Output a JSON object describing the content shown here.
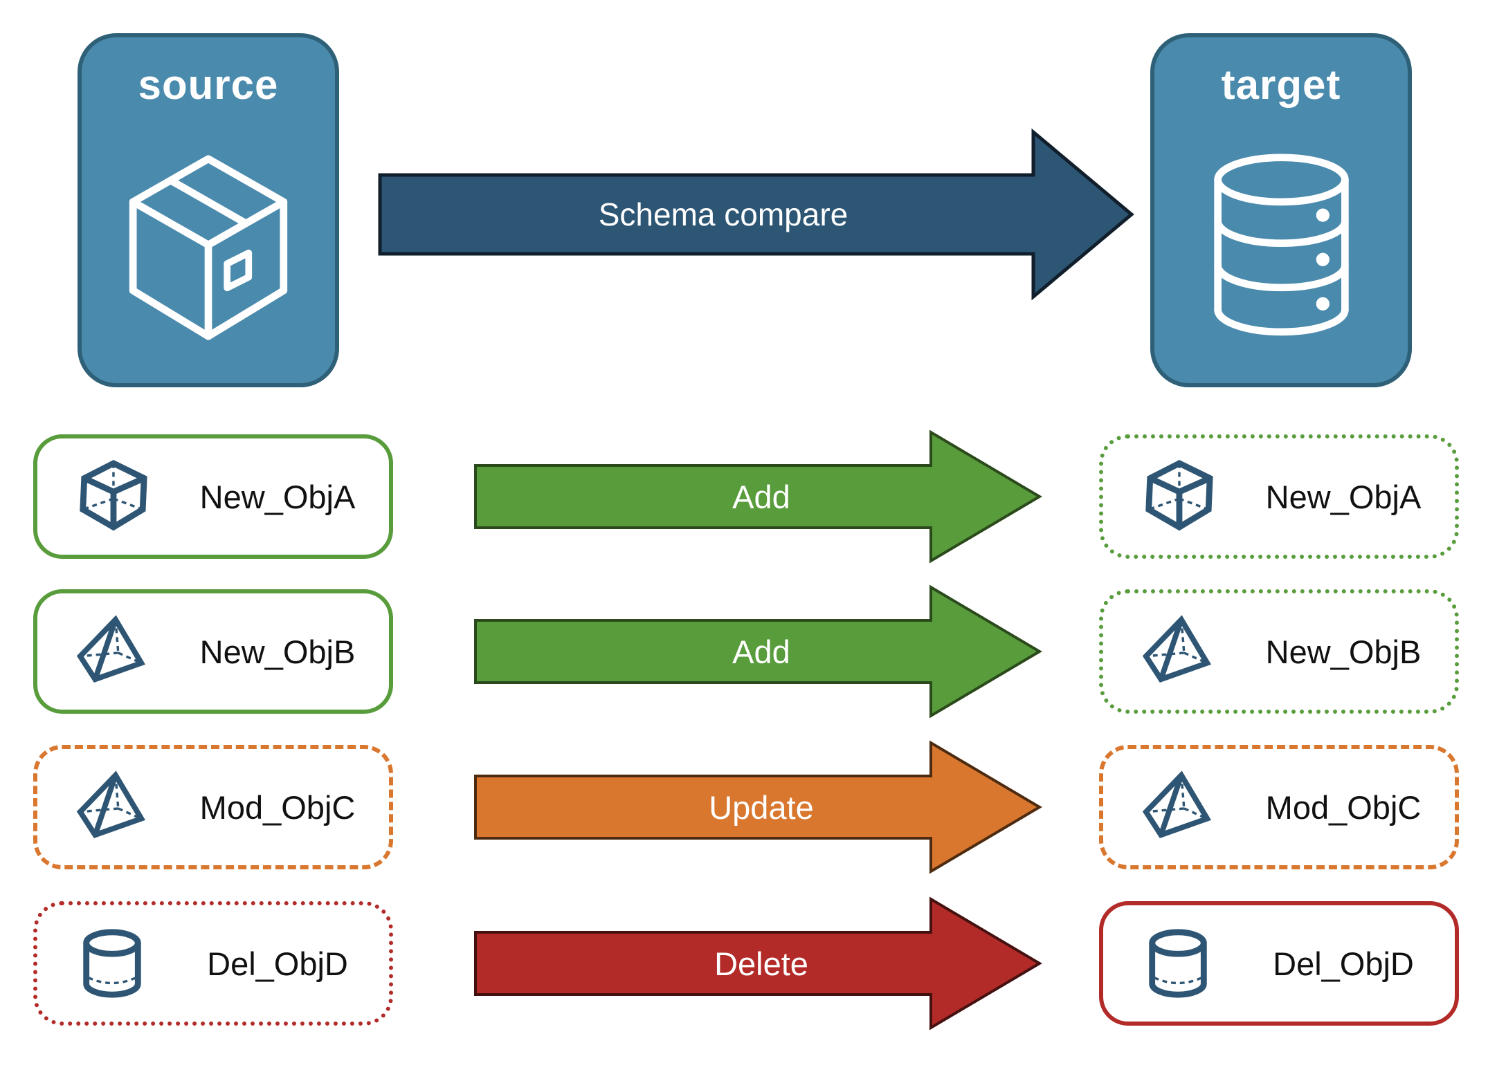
{
  "header": {
    "source_label": "source",
    "target_label": "target",
    "compare_arrow_label": "Schema compare"
  },
  "colors": {
    "node_fill": "#4A8AAD",
    "node_border": "#2E6078",
    "node_icon_stroke": "#FFFFFF",
    "compare_arrow_fill": "#2D5674",
    "compare_arrow_stroke": "#111F2C",
    "object_icon_blue": "#2E5674",
    "add_green": "#589C3C",
    "add_green_dark": "#2B4A1B",
    "update_orange": "#D9772F",
    "update_orange_dark": "#4D2B10",
    "delete_red": "#B22B28",
    "delete_red_dark": "#451110",
    "object_label_text": "#111111",
    "arrow_label_text": "#FFFFFF"
  },
  "rows": [
    {
      "object_name": "New_ObjA",
      "action_label": "Add",
      "icon": "cube-icon",
      "arrow_fill": "#589C3C",
      "arrow_stroke": "#2B4A1B",
      "source_box": {
        "border_style": "solid",
        "border_color": "#589C3C"
      },
      "target_box": {
        "border_style": "dotted",
        "border_color": "#589C3C"
      }
    },
    {
      "object_name": "New_ObjB",
      "action_label": "Add",
      "icon": "pyramid-icon",
      "arrow_fill": "#589C3C",
      "arrow_stroke": "#2B4A1B",
      "source_box": {
        "border_style": "solid",
        "border_color": "#589C3C"
      },
      "target_box": {
        "border_style": "dotted",
        "border_color": "#589C3C"
      }
    },
    {
      "object_name": "Mod_ObjC",
      "action_label": "Update",
      "icon": "pyramid-icon",
      "arrow_fill": "#D9772F",
      "arrow_stroke": "#4D2B10",
      "source_box": {
        "border_style": "dashed",
        "border_color": "#D9772F"
      },
      "target_box": {
        "border_style": "dashed",
        "border_color": "#D9772F"
      }
    },
    {
      "object_name": "Del_ObjD",
      "action_label": "Delete",
      "icon": "cylinder-icon",
      "arrow_fill": "#B22B28",
      "arrow_stroke": "#451110",
      "source_box": {
        "border_style": "dotted",
        "border_color": "#B22B28"
      },
      "target_box": {
        "border_style": "solid",
        "border_color": "#B22B28"
      }
    }
  ]
}
